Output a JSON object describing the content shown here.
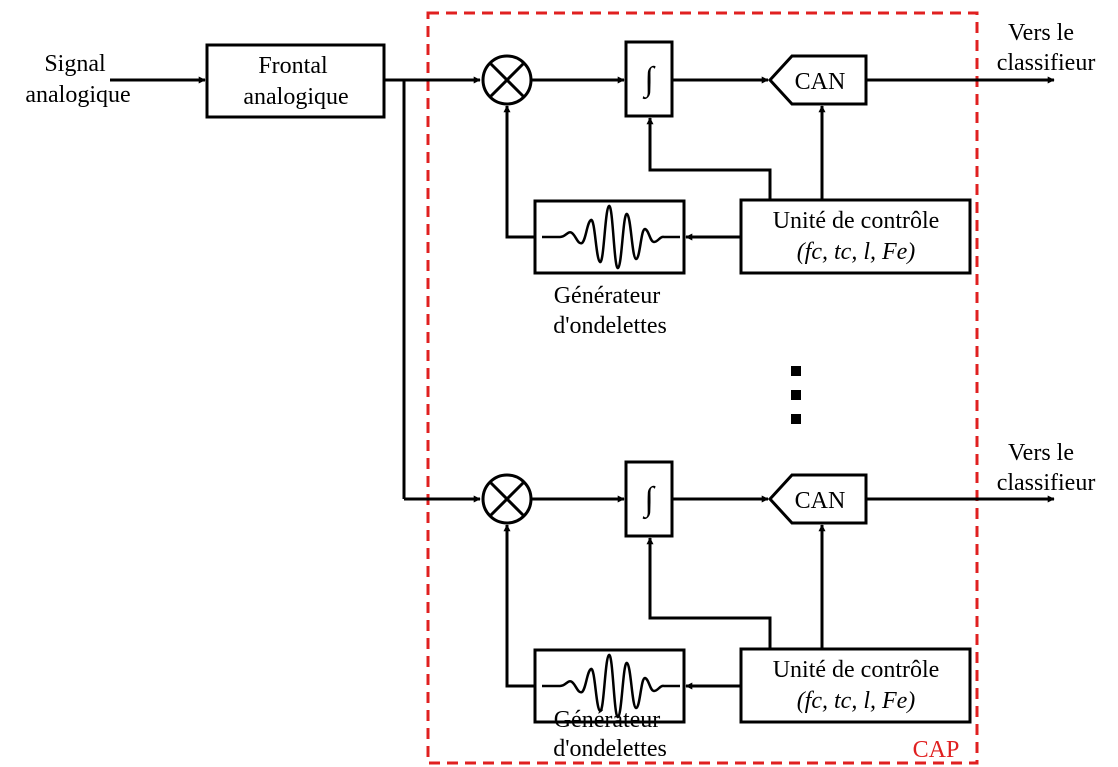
{
  "input_label": [
    "Signal",
    "analogique"
  ],
  "frontend_label": [
    "Frontal",
    "analogique"
  ],
  "output_label": [
    "Vers le",
    "classifieur"
  ],
  "integrator_symbol": "∫",
  "adc_label": "CAN",
  "control_label": "Unité de contrôle",
  "control_params": "(fc, tc, l, Fe)",
  "generator_label": [
    "Générateur",
    "d'ondelettes"
  ],
  "cap_label": "CAP",
  "cap_border_color": "#e02020"
}
